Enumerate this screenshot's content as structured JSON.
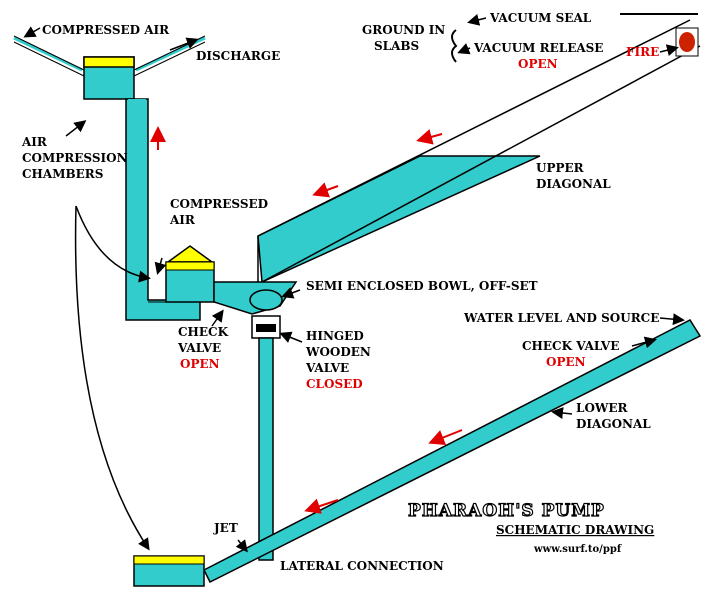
{
  "colors": {
    "water": "#33cccc",
    "tank": "#ffff00",
    "pipe_outline": "#000000",
    "flow_arrow": "#e00000",
    "fire": "#cc2200"
  },
  "labels": {
    "compressed_air_top": "COMPRESSED AIR",
    "discharge": "DISCHARGE",
    "air_compression_chambers": [
      "AIR",
      "COMPRESSION",
      "CHAMBERS"
    ],
    "compressed_air_mid": [
      "COMPRESSED",
      "AIR"
    ],
    "ground_in_slabs": [
      "GROUND IN",
      "SLABS"
    ],
    "vacuum_seal": "VACUUM SEAL",
    "vacuum_release": "VACUUM RELEASE",
    "vacuum_release_state": "OPEN",
    "fire": "FIRE",
    "upper_diagonal": [
      "UPPER",
      "DIAGONAL"
    ],
    "semi_enclosed_bowl": "SEMI ENCLOSED BOWL, OFF-SET",
    "check_valve_left": [
      "CHECK",
      "VALVE"
    ],
    "check_valve_left_state": "OPEN",
    "hinged_valve": [
      "HINGED",
      "WOODEN",
      "VALVE"
    ],
    "hinged_valve_state": "CLOSED",
    "water_level_source": "WATER LEVEL AND SOURCE",
    "check_valve_right": "CHECK VALVE",
    "check_valve_right_state": "OPEN",
    "lower_diagonal": [
      "LOWER",
      "DIAGONAL"
    ],
    "jet": "JET",
    "lateral_connection": "LATERAL CONNECTION"
  },
  "title": "PHARAOH'S PUMP",
  "subtitle": "SCHEMATIC DRAWING",
  "url": "www.surf.to/ppf"
}
